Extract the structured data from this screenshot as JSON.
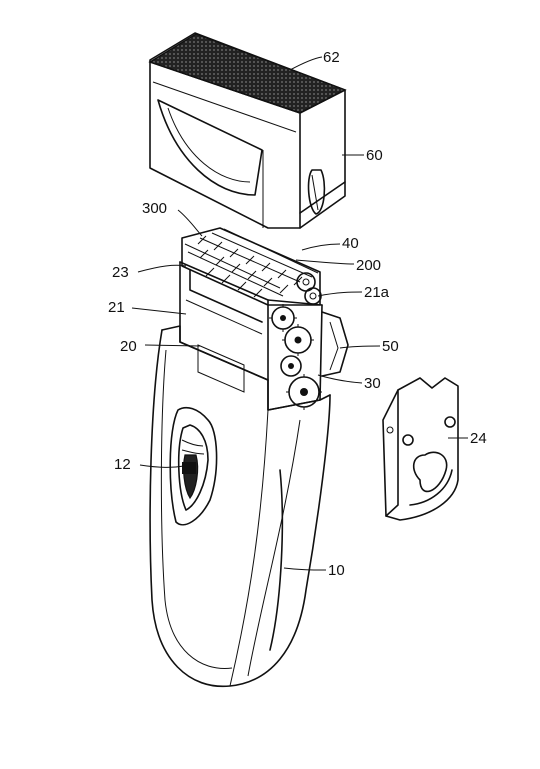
{
  "labels": {
    "l62": "62",
    "l60": "60",
    "l300": "300",
    "l40": "40",
    "l200": "200",
    "l23": "23",
    "l21a": "21a",
    "l21": "21",
    "l50": "50",
    "l20": "20",
    "l30": "30",
    "l24": "24",
    "l12": "12",
    "l10": "10"
  }
}
